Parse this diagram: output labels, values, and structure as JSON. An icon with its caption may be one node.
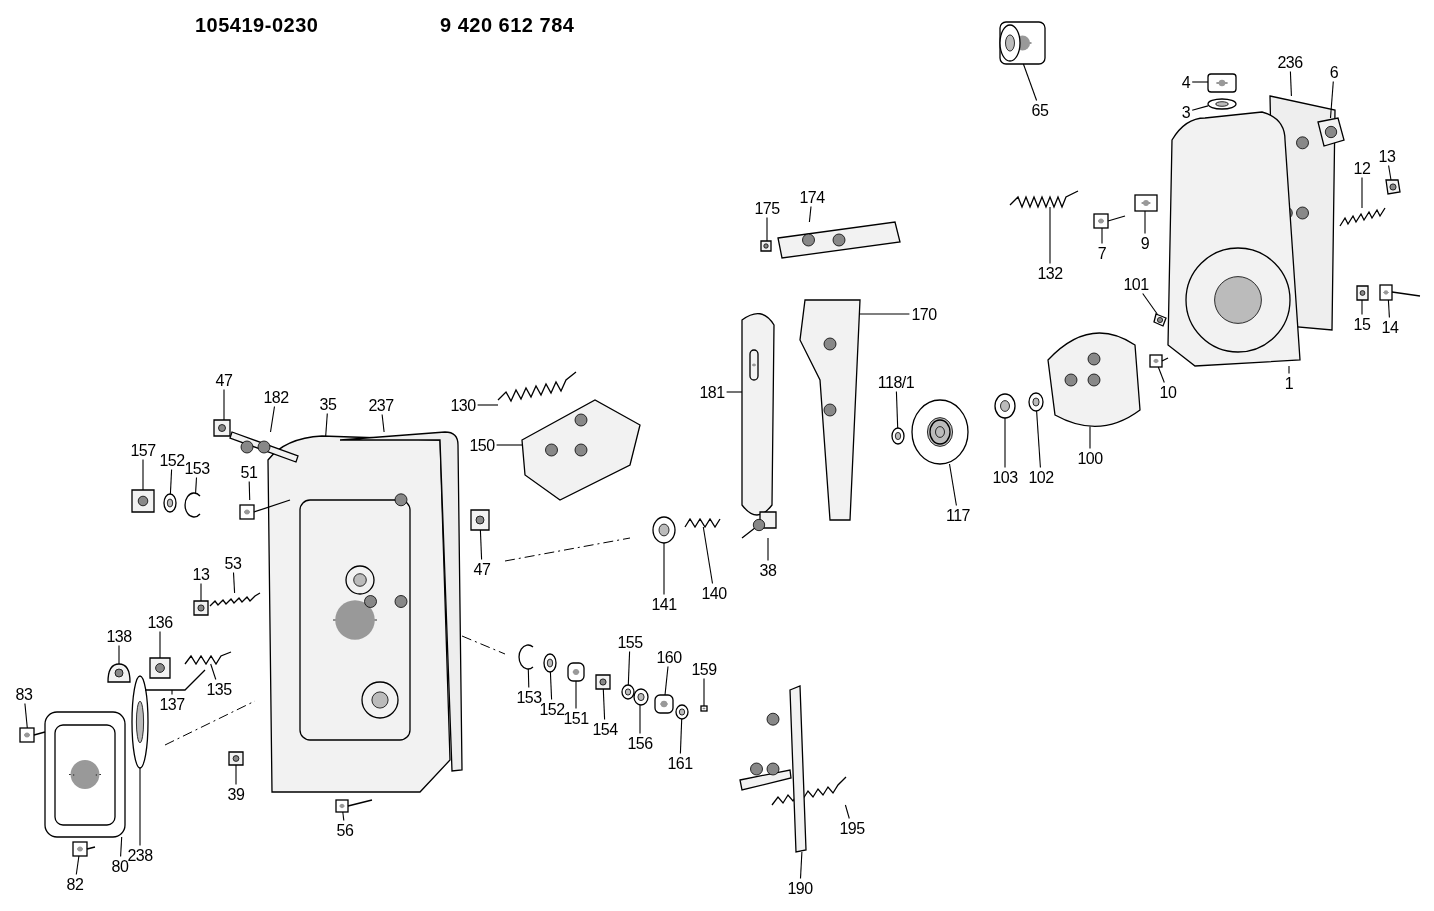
{
  "diagram": {
    "nodes": [
      {
        "text": [
          "65"
        ]
      },
      {
        "text": [
          "4"
        ]
      },
      {
        "text": [
          "3"
        ]
      },
      {
        "text": [
          "236"
        ]
      },
      {
        "text": [
          "6"
        ]
      },
      {
        "text": [
          "12"
        ]
      },
      {
        "text": [
          "13"
        ]
      },
      {
        "text": [
          "175"
        ]
      },
      {
        "text": [
          "174"
        ]
      },
      {
        "text": [
          "132"
        ]
      },
      {
        "text": [
          "7"
        ]
      },
      {
        "text": [
          "9"
        ]
      },
      {
        "text": [
          "101"
        ]
      },
      {
        "text": [
          "15"
        ]
      },
      {
        "text": [
          "14"
        ]
      },
      {
        "text": [
          "170"
        ]
      },
      {
        "text": [
          "130"
        ]
      },
      {
        "text": [
          "181"
        ]
      },
      {
        "text": [
          "118/1"
        ]
      },
      {
        "text": [
          "10"
        ]
      },
      {
        "text": [
          "1"
        ]
      },
      {
        "text": [
          "47"
        ]
      },
      {
        "text": [
          "182"
        ]
      },
      {
        "text": [
          "35"
        ]
      },
      {
        "text": [
          "237"
        ]
      },
      {
        "text": [
          "150"
        ]
      },
      {
        "text": [
          "117"
        ]
      },
      {
        "text": [
          "103"
        ]
      },
      {
        "text": [
          "102"
        ]
      },
      {
        "text": [
          "100"
        ]
      },
      {
        "text": [
          "157"
        ]
      },
      {
        "text": [
          "152"
        ]
      },
      {
        "text": [
          "153"
        ]
      },
      {
        "text": [
          "51"
        ]
      },
      {
        "text": [
          "47"
        ]
      },
      {
        "text": [
          "38"
        ]
      },
      {
        "text": [
          "13"
        ]
      },
      {
        "text": [
          "53"
        ]
      },
      {
        "text": [
          "141"
        ]
      },
      {
        "text": [
          "140"
        ]
      },
      {
        "text": [
          "138"
        ]
      },
      {
        "text": [
          "136"
        ]
      },
      {
        "text": [
          "137"
        ]
      },
      {
        "text": [
          "135"
        ]
      },
      {
        "text": [
          "153"
        ]
      },
      {
        "text": [
          "152"
        ]
      },
      {
        "text": [
          "151"
        ]
      },
      {
        "text": [
          "154"
        ]
      },
      {
        "text": [
          "155"
        ]
      },
      {
        "text": [
          "156"
        ]
      },
      {
        "text": [
          "160"
        ]
      },
      {
        "text": [
          "159"
        ]
      },
      {
        "text": [
          "161"
        ]
      },
      {
        "text": [
          "83"
        ]
      },
      {
        "text": [
          "39"
        ]
      },
      {
        "text": [
          "56"
        ]
      },
      {
        "text": [
          "238"
        ]
      },
      {
        "text": [
          "80"
        ]
      },
      {
        "text": [
          "82"
        ]
      },
      {
        "text": [
          "195"
        ]
      },
      {
        "text": [
          "190"
        ]
      },
      {
        "text": [],
        "shape": "picture"
      },
      {
        "text": [],
        "shape": "picture"
      },
      {
        "text": [],
        "shape": "picture"
      },
      {
        "text": [],
        "shape": "picture"
      },
      {
        "text": [],
        "shape": "picture"
      },
      {
        "text": [],
        "shape": "picture"
      },
      {
        "text": [],
        "shape": "picture"
      },
      {
        "text": [],
        "shape": "picture"
      },
      {
        "text": [],
        "shape": "picture"
      },
      {
        "text": [],
        "shape": "picture"
      },
      {
        "text": [],
        "shape": "picture"
      },
      {
        "text": [],
        "shape": "picture"
      },
      {
        "text": [],
        "shape": "picture"
      },
      {
        "text": [],
        "shape": "picture"
      },
      {
        "text": [],
        "shape": "picture"
      },
      {
        "text": [],
        "shape": "picture"
      },
      {
        "text": [],
        "shape": "picture"
      },
      {
        "text": [],
        "shape": "picture"
      },
      {
        "text": [],
        "shape": "picture"
      },
      {
        "text": [],
        "shape": "picture"
      },
      {
        "text": [],
        "shape": "picture"
      },
      {
        "text": [],
        "shape": "picture"
      },
      {
        "text": [],
        "shape": "picture"
      },
      {
        "text": [],
        "shape": "picture"
      },
      {
        "text": [],
        "shape": "picture"
      },
      {
        "text": [],
        "shape": "picture"
      },
      {
        "text": [],
        "shape": "picture"
      },
      {
        "text": [],
        "shape": "picture"
      },
      {
        "text": [],
        "shape": "picture"
      },
      {
        "text": [],
        "shape": "picture"
      },
      {
        "text": [],
        "shape": "picture"
      },
      {
        "text": [],
        "shape": "picture"
      },
      {
        "text": [],
        "shape": "picture"
      },
      {
        "text": [],
        "shape": "picture"
      },
      {
        "text": [],
        "shape": "picture"
      },
      {
        "text": [],
        "shape": "picture"
      },
      {
        "text": [],
        "shape": "picture"
      },
      {
        "text": [],
        "shape": "picture"
      },
      {
        "text": [],
        "shape": "picture"
      },
      {
        "text": [],
        "shape": "picture"
      },
      {
        "text": [],
        "shape": "picture"
      },
      {
        "text": [],
        "shape": "picture"
      },
      {
        "text": [],
        "shape": "picture"
      },
      {
        "text": [],
        "shape": "picture"
      },
      {
        "text": [],
        "shape": "picture"
      },
      {
        "text": [],
        "shape": "picture"
      },
      {
        "text": [],
        "shape": "picture"
      },
      {
        "text": [],
        "shape": "picture"
      },
      {
        "text": [],
        "shape": "picture"
      },
      {
        "text": [],
        "shape": "picture"
      },
      {
        "text": [],
        "shape": "picture"
      },
      {
        "text": [],
        "shape": "picture"
      },
      {
        "text": [],
        "shape": "picture"
      },
      {
        "text": [],
        "shape": "picture"
      },
      {
        "text": [],
        "shape": "picture"
      },
      {
        "text": [],
        "shape": "picture"
      },
      {
        "text": [],
        "shape": "picture"
      },
      {
        "text": [],
        "shape": "picture"
      },
      {
        "text": [],
        "shape": "picture"
      },
      {
        "text": [],
        "shape": "picture"
      },
      {
        "text": [],
        "shape": "picture"
      }
    ],
    "edges": [
      {
        "from": 0,
        "to": 61,
        "arrow": "none"
      },
      {
        "from": 1,
        "to": 62,
        "arrow": "none"
      },
      {
        "from": 2,
        "to": 63,
        "arrow": "none"
      },
      {
        "from": 3,
        "to": 64,
        "arrow": "none"
      },
      {
        "from": 4,
        "to": 65,
        "arrow": "none"
      },
      {
        "from": 5,
        "to": 66,
        "arrow": "none"
      },
      {
        "from": 6,
        "to": 67,
        "arrow": "none"
      },
      {
        "from": 7,
        "to": 68,
        "arrow": "none"
      },
      {
        "from": 8,
        "to": 69,
        "arrow": "none"
      },
      {
        "from": 9,
        "to": 70,
        "arrow": "none"
      },
      {
        "from": 10,
        "to": 71,
        "arrow": "none"
      },
      {
        "from": 11,
        "to": 72,
        "arrow": "none"
      },
      {
        "from": 12,
        "to": 73,
        "arrow": "none"
      },
      {
        "from": 13,
        "to": 74,
        "arrow": "none"
      },
      {
        "from": 14,
        "to": 75,
        "arrow": "none"
      },
      {
        "from": 15,
        "to": 76,
        "arrow": "none"
      },
      {
        "from": 16,
        "to": 77,
        "arrow": "none"
      },
      {
        "from": 17,
        "to": 78,
        "arrow": "none"
      },
      {
        "from": 18,
        "to": 79,
        "arrow": "none"
      },
      {
        "from": 19,
        "to": 80,
        "arrow": "none"
      },
      {
        "from": 20,
        "to": 81,
        "arrow": "none"
      },
      {
        "from": 21,
        "to": 82,
        "arrow": "none"
      },
      {
        "from": 22,
        "to": 83,
        "arrow": "none"
      },
      {
        "from": 23,
        "to": 84,
        "arrow": "none"
      },
      {
        "from": 24,
        "to": 85,
        "arrow": "none"
      },
      {
        "from": 25,
        "to": 86,
        "arrow": "none"
      },
      {
        "from": 26,
        "to": 87,
        "arrow": "none"
      },
      {
        "from": 27,
        "to": 88,
        "arrow": "none"
      },
      {
        "from": 28,
        "to": 89,
        "arrow": "none"
      },
      {
        "from": 29,
        "to": 90,
        "arrow": "none"
      },
      {
        "from": 30,
        "to": 91,
        "arrow": "none"
      },
      {
        "from": 31,
        "to": 92,
        "arrow": "none"
      },
      {
        "from": 32,
        "to": 93,
        "arrow": "none"
      },
      {
        "from": 33,
        "to": 94,
        "arrow": "none"
      },
      {
        "from": 34,
        "to": 95,
        "arrow": "none"
      },
      {
        "from": 35,
        "to": 96,
        "arrow": "none"
      },
      {
        "from": 36,
        "to": 97,
        "arrow": "none"
      },
      {
        "from": 37,
        "to": 98,
        "arrow": "none"
      },
      {
        "from": 38,
        "to": 99,
        "arrow": "none"
      },
      {
        "from": 39,
        "to": 100,
        "arrow": "none"
      },
      {
        "from": 40,
        "to": 101,
        "arrow": "none"
      },
      {
        "from": 41,
        "to": 102,
        "arrow": "none"
      },
      {
        "from": 42,
        "to": 103,
        "arrow": "none"
      },
      {
        "from": 43,
        "to": 104,
        "arrow": "none"
      },
      {
        "from": 44,
        "to": 105,
        "arrow": "none"
      },
      {
        "from": 45,
        "to": 106,
        "arrow": "none"
      },
      {
        "from": 46,
        "to": 107,
        "arrow": "none"
      },
      {
        "from": 47,
        "to": 108,
        "arrow": "none"
      },
      {
        "from": 48,
        "to": 109,
        "arrow": "none"
      },
      {
        "from": 49,
        "to": 110,
        "arrow": "none"
      },
      {
        "from": 50,
        "to": 111,
        "arrow": "none"
      },
      {
        "from": 51,
        "to": 112,
        "arrow": "none"
      },
      {
        "from": 52,
        "to": 113,
        "arrow": "none"
      },
      {
        "from": 53,
        "to": 114,
        "arrow": "none"
      },
      {
        "from": 54,
        "to": 115,
        "arrow": "none"
      },
      {
        "from": 55,
        "to": 116,
        "arrow": "none"
      },
      {
        "from": 56,
        "to": 117,
        "arrow": "none"
      },
      {
        "from": 57,
        "to": 118,
        "arrow": "none"
      },
      {
        "from": 58,
        "to": 119,
        "arrow": "none"
      },
      {
        "from": 59,
        "to": 120,
        "arrow": "none"
      },
      {
        "from": 60,
        "to": 121,
        "arrow": "none"
      }
    ],
    "labels": [
      "105419-0230",
      "9 420 612 784"
    ]
  }
}
